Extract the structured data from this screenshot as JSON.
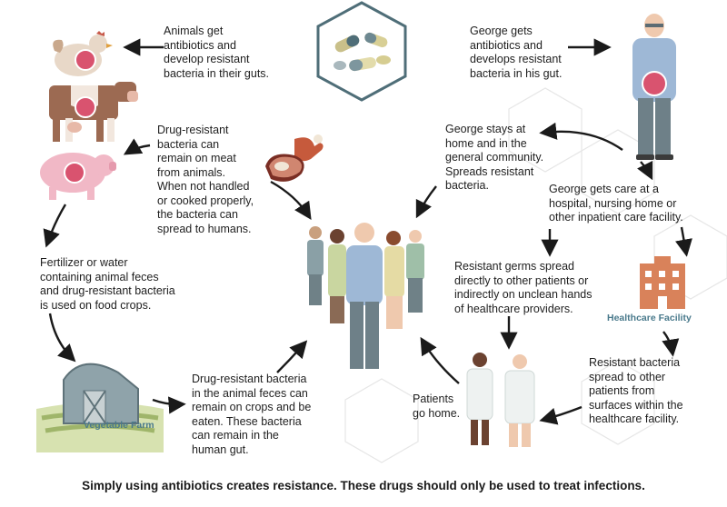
{
  "texts": {
    "animals_get_antibiotics": "Animals get\nantibiotics and\ndevelop resistant\nbacteria in their guts.",
    "george_gets_antibiotics": "George gets\nantibiotics and\ndevelops resistant\nbacteria in his gut.",
    "meat_bacteria": "Drug-resistant\nbacteria can\nremain on meat\nfrom animals.\nWhen not handled\nor cooked properly,\nthe bacteria can\nspread to humans.",
    "george_stays_home": "George stays at\nhome and in the\ngeneral community.\nSpreads resistant\nbacteria.",
    "george_gets_care": "George gets care at a\nhospital, nursing home or\nother inpatient care facility.",
    "fertilizer": "Fertilizer or water\ncontaining animal feces\nand drug-resistant bacteria\nis used on food crops.",
    "germs_spread": "Resistant germs spread\ndirectly to other patients or\nindirectly on unclean hands\nof healthcare providers.",
    "crops_bacteria": "Drug-resistant bacteria\nin the animal feces can\nremain on crops and be\neaten. These bacteria\ncan remain in the\nhuman gut.",
    "patients_home": "Patients\ngo home.",
    "surfaces": "Resistant bacteria\nspread to other\npatients from\nsurfaces within the\nhealthcare facility."
  },
  "labels": {
    "vegetable_farm": "Vegetable Farm",
    "healthcare_facility": "Healthcare Facility"
  },
  "caption": "Simply using antibiotics creates resistance.  These drugs should only be used to treat infections.",
  "colors": {
    "arrow": "#1a1a1a",
    "label_teal": "#4a7a8c",
    "hexagon": "#4f6e78",
    "facility": "#d9825a",
    "bacteria": "#d9536f"
  }
}
